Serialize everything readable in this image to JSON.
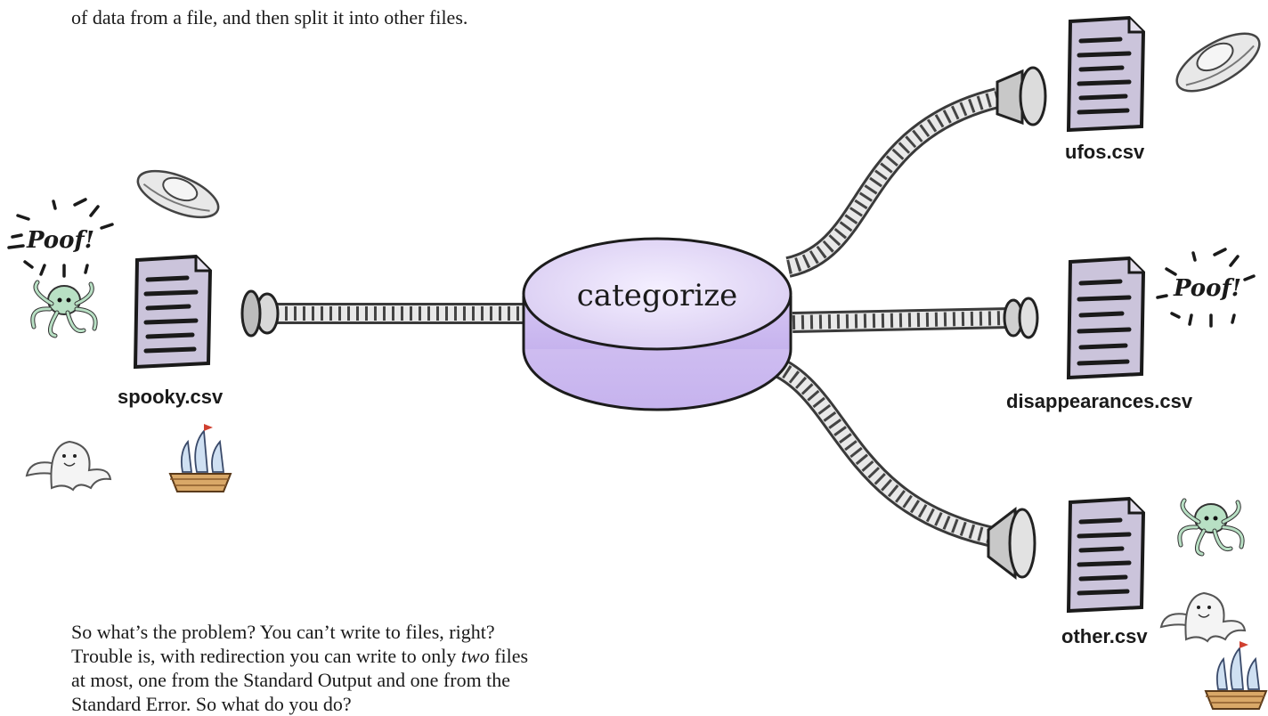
{
  "intro": {
    "line1_partial": "of data from a file, and then split it into other files."
  },
  "body": {
    "line1": "So what’s the problem? You can’t write to files, right?",
    "line2_before": "Trouble is, with redirection you can write to only ",
    "line2_em": "two",
    "line2_after": " files",
    "line3": "at most, one from the Standard Output and one from the",
    "line4": "Standard Error. So what do you do?"
  },
  "diagram": {
    "process_label": "categorize",
    "input_file": "spooky.csv",
    "output_files": [
      "ufos.csv",
      "disappearances.csv",
      "other.csv"
    ],
    "poof_left": "Poof!",
    "poof_right": "Poof!"
  },
  "colors": {
    "disc_fill": "#e6dcf6",
    "document_fill": "#cfc9dc",
    "hose": "#7a7a7a",
    "ink": "#1a1a1a"
  }
}
